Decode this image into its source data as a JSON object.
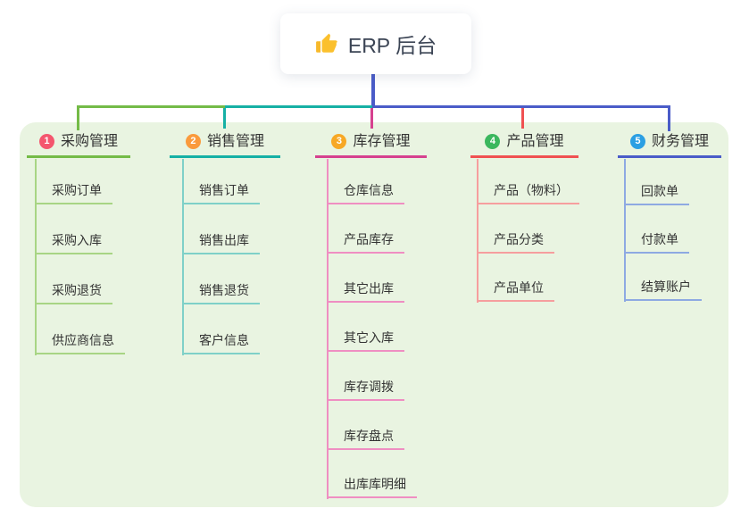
{
  "root": {
    "label": "ERP 后台",
    "icon": "thumbs-up"
  },
  "branches": [
    {
      "num": "1",
      "title": "采购管理",
      "badge_color": "#f4566e",
      "line_color": "#74bb47",
      "light_color": "#a8d584",
      "children": [
        "采购订单",
        "采购入库",
        "采购退货",
        "供应商信息"
      ]
    },
    {
      "num": "2",
      "title": "销售管理",
      "badge_color": "#fa9a3c",
      "line_color": "#16b0a5",
      "light_color": "#7fd0c8",
      "children": [
        "销售订单",
        "销售出库",
        "销售退货",
        "客户信息"
      ]
    },
    {
      "num": "3",
      "title": "库存管理",
      "badge_color": "#f7a825",
      "line_color": "#d6418f",
      "light_color": "#ef8ec2",
      "children": [
        "仓库信息",
        "产品库存",
        "其它出库",
        "其它入库",
        "库存调拨",
        "库存盘点",
        "出库库明细"
      ]
    },
    {
      "num": "4",
      "title": "产品管理",
      "badge_color": "#3bb75e",
      "line_color": "#f05152",
      "light_color": "#f69e9e",
      "children": [
        "产品（物料）",
        "产品分类",
        "产品单位"
      ]
    },
    {
      "num": "5",
      "title": "财务管理",
      "badge_color": "#2b9fe3",
      "line_color": "#4a5cc8",
      "light_color": "#8ea9e2",
      "children": [
        "回款单",
        "付款单",
        "结算账户"
      ]
    }
  ],
  "colors": {
    "page_background": "#ffffff",
    "map_background": "#e9f4e1",
    "root_connector": "#4a5cc8",
    "text": "#333333",
    "root_text": "#3b4454",
    "thumb_icon": "#f7b92a"
  }
}
